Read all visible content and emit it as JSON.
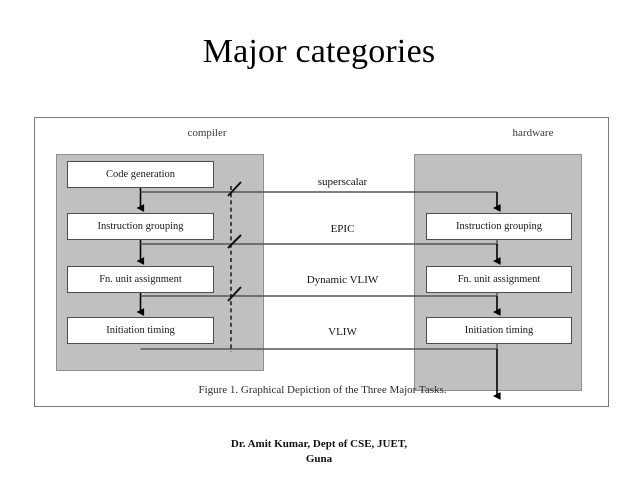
{
  "slide": {
    "title": "Major categories"
  },
  "figure": {
    "caption": "Figure 1. Graphical Depiction of the Three Major Tasks.",
    "columns": {
      "left_heading": "compiler",
      "right_heading": "hardware"
    },
    "compiler_tasks": [
      {
        "label": "Code generation"
      },
      {
        "label": "Instruction grouping"
      },
      {
        "label": "Fn. unit assignment"
      },
      {
        "label": "Initiation timing"
      }
    ],
    "hardware_tasks": [
      {
        "label": "Instruction grouping"
      },
      {
        "label": "Fn. unit assignment"
      },
      {
        "label": "Initiation timing"
      }
    ],
    "categories": [
      {
        "label": "superscalar"
      },
      {
        "label": "EPIC"
      },
      {
        "label": "Dynamic VLIW"
      },
      {
        "label": "VLIW"
      }
    ]
  },
  "footer": {
    "line1": "Dr. Amit Kumar, Dept of CSE, JUET,",
    "line2": "Guna"
  },
  "colors": {
    "panel_gray": "#c0c0c0",
    "panel_border": "#8f8f8f",
    "box_border": "#4d4d4d",
    "frame_border": "#7a7a7a",
    "connector": "#555555",
    "arrow": "#000000",
    "text": "#000000"
  }
}
